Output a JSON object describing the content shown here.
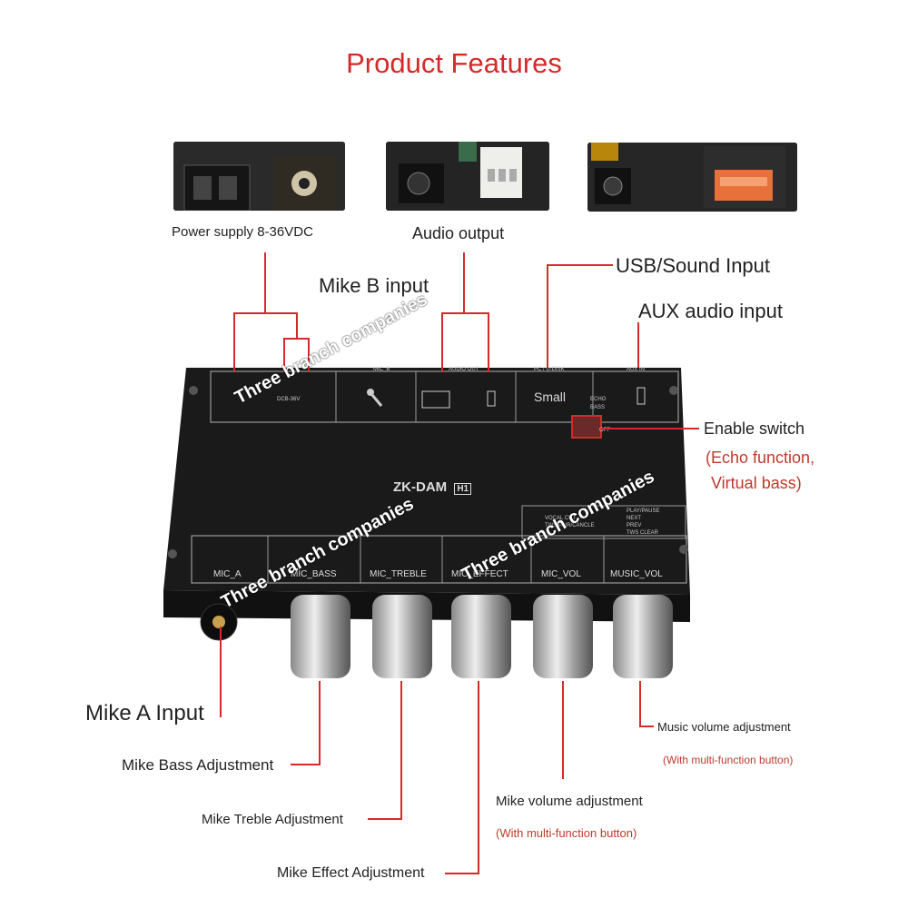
{
  "title": "Product Features",
  "labels": {
    "power_supply": "Power supply 8-36VDC",
    "audio_output": "Audio output",
    "usb_input": "USB/Sound Input",
    "mike_b_input": "Mike B input",
    "aux_input": "AUX audio input",
    "enable_switch": "Enable switch",
    "enable_note_1": "(Echo function,",
    "enable_note_2": "Virtual bass)",
    "mike_a_input": "Mike A Input",
    "mike_bass": "Mike Bass Adjustment",
    "mike_treble": "Mike Treble Adjustment",
    "mike_effect": "Mike Effect Adjustment",
    "mike_volume": "Mike volume adjustment",
    "mike_volume_note": "(With multi-function button)",
    "music_volume": "Music volume adjustment",
    "music_volume_note": "(With multi-function button)"
  },
  "device": {
    "model": "ZK-DAM",
    "model_badge": "H1",
    "top_labels": [
      "DCB-36V",
      "MIC_B",
      "AUDIO OUT",
      "PC / U-DISK",
      "AUX IN"
    ],
    "small_label": "Small",
    "switch_labels": [
      "ECHO",
      "BASS",
      "OFF"
    ],
    "knob_labels": [
      "MIC_A",
      "MIC_BASS",
      "MIC_TREBLE",
      "MIC_EFFECT",
      "MIC_VOL",
      "MUSIC_VOL"
    ],
    "legend": [
      "PLAY/PAUSE",
      "NEXT",
      "PREV",
      "TWS CLEAR"
    ],
    "legend_left": [
      "VOCAL CUT",
      "TWS PAIR/CANCLE"
    ]
  },
  "watermark": "Three branch companies",
  "colors": {
    "accent": "#d42a2a",
    "line": "#c0392b",
    "device": "#1a1a1a"
  }
}
